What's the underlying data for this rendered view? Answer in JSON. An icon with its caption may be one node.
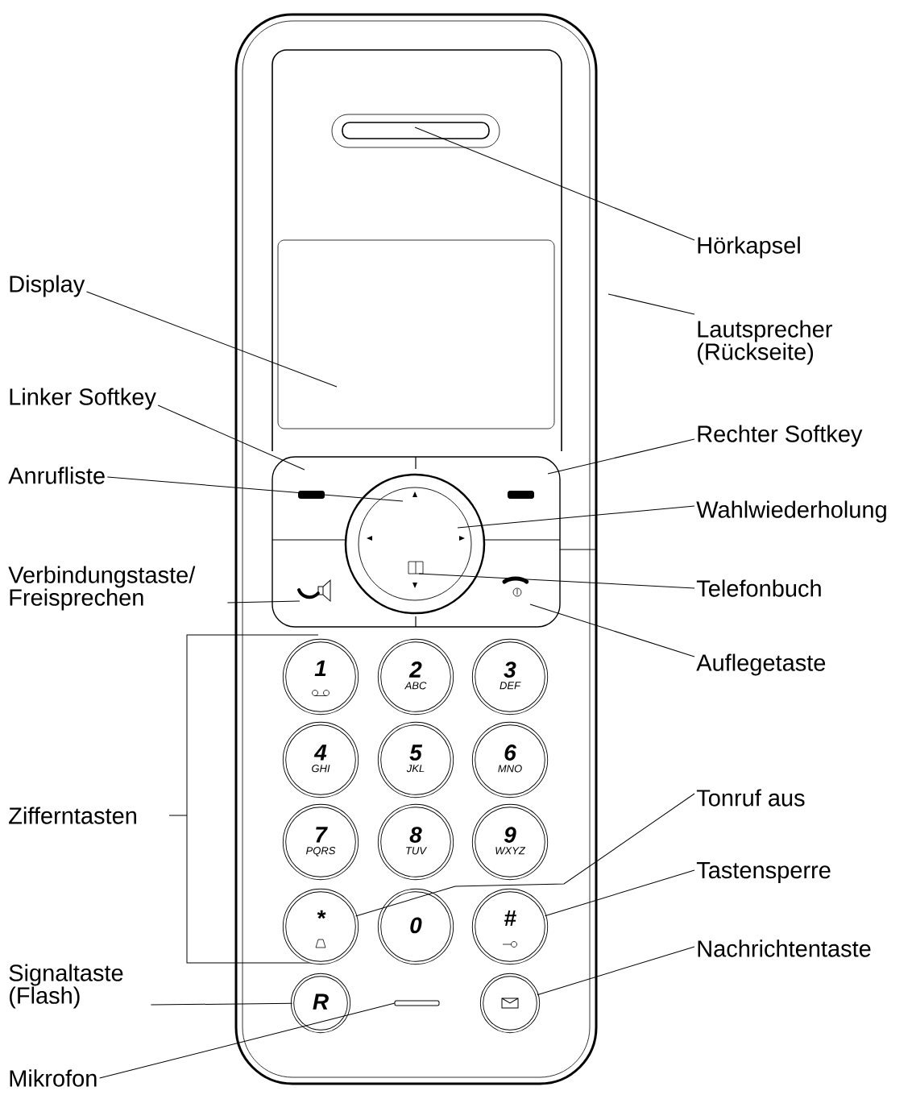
{
  "diagram": {
    "nodes": [
      {
        "text": [
          "Hörkapsel"
        ]
      },
      {
        "text": [
          "Display"
        ]
      },
      {
        "text": [
          "Lautsprecher (Rückseite)"
        ]
      },
      {
        "text": [
          "Linker Softkey"
        ]
      },
      {
        "text": [
          "Rechter Softkey"
        ]
      },
      {
        "text": [
          "Anrufliste"
        ]
      },
      {
        "text": [
          "Wahlwiederholung"
        ]
      },
      {
        "text": [
          "Verbindungstaste/ Freisprechen"
        ]
      },
      {
        "text": [
          "Telefonbuch"
        ]
      },
      {
        "text": [
          "Auflegetaste"
        ]
      },
      {
        "text": [
          "Zifferntasten"
        ]
      },
      {
        "text": [
          "Tonruf aus"
        ]
      },
      {
        "text": [
          "Tastensperre"
        ]
      },
      {
        "text": [
          "Signaltaste (Flash)"
        ]
      },
      {
        "text": [
          "Nachrichtentaste"
        ]
      },
      {
        "text": [
          "Mikrofon"
        ]
      },
      {
        "text": [
          "1"
        ]
      },
      {
        "text": [
          "2",
          "ABC"
        ]
      },
      {
        "text": [
          "3",
          "DEF"
        ]
      },
      {
        "text": [
          "4",
          "GHI"
        ]
      },
      {
        "text": [
          "5",
          "JKL"
        ]
      },
      {
        "text": [
          "6",
          "MNO"
        ]
      },
      {
        "text": [
          "7",
          "PQRS"
        ]
      },
      {
        "text": [
          "8",
          "TUV"
        ]
      },
      {
        "text": [
          "9",
          "WXYZ"
        ]
      },
      {
        "text": [
          "*"
        ]
      },
      {
        "text": [
          "0"
        ]
      },
      {
        "text": [
          "#"
        ]
      },
      {
        "text": [
          "R"
        ]
      },
      {
        "text": [],
        "shape": "circle"
      }
    ],
    "edges": [
      {
        "from": 0,
        "to": null,
        "arrow": "none"
      },
      {
        "from": 1,
        "to": null,
        "arrow": "none"
      },
      {
        "from": 2,
        "to": null,
        "arrow": "none"
      },
      {
        "from": 3,
        "to": null,
        "arrow": "none"
      },
      {
        "from": 4,
        "to": null,
        "arrow": "none"
      },
      {
        "from": 5,
        "to": null,
        "arrow": "none"
      },
      {
        "from": 6,
        "to": null,
        "arrow": "none"
      },
      {
        "from": 7,
        "to": null,
        "arrow": "none"
      },
      {
        "from": 8,
        "to": null,
        "arrow": "none"
      },
      {
        "from": 9,
        "to": null,
        "arrow": "none"
      },
      {
        "from": 11,
        "to": 25,
        "arrow": "none"
      },
      {
        "from": 12,
        "to": 27,
        "arrow": "none"
      },
      {
        "from": 13,
        "to": 28,
        "arrow": "none"
      },
      {
        "from": 14,
        "to": 29,
        "arrow": "none"
      },
      {
        "from": 15,
        "to": null,
        "arrow": "none"
      }
    ]
  }
}
